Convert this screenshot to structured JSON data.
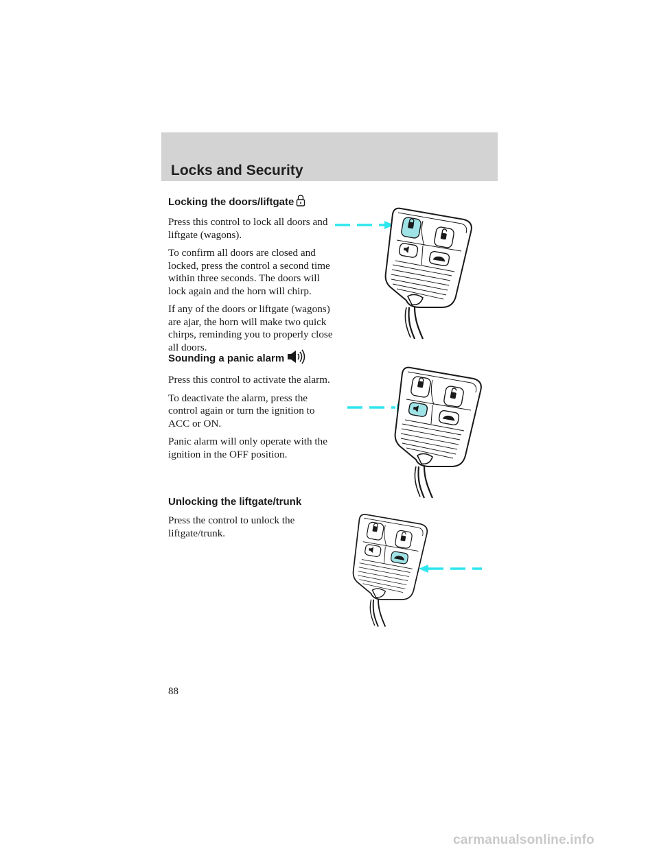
{
  "header": {
    "title": "Locks and Security"
  },
  "sections": [
    {
      "heading": "Locking the doors/liftgate",
      "icon": "lock-icon",
      "paragraphs": [
        "Press this control to lock all doors and liftgate (wagons).",
        "To confirm all doors are closed and locked, press the control a second time within three seconds. The doors will lock again and the horn will chirp.",
        "If any of the doors or liftgate (wagons) are ajar, the horn will make two quick chirps, reminding you to properly close all doors."
      ]
    },
    {
      "heading": "Sounding a panic alarm",
      "icon": "horn-icon",
      "paragraphs": [
        "Press this control to activate the alarm.",
        "To deactivate the alarm, press the control again or turn the ignition to ACC or ON.",
        "Panic alarm will only operate with the ignition in the OFF position."
      ]
    },
    {
      "heading": "Unlocking the liftgate/trunk",
      "paragraphs": [
        "Press the control to unlock the liftgate/trunk."
      ]
    }
  ],
  "colors": {
    "highlight": "#9fe3e6",
    "pointer": "#2ee6ee",
    "band": "#d3d3d3"
  },
  "page_number": "88",
  "watermark": "carmanualsonline.info"
}
